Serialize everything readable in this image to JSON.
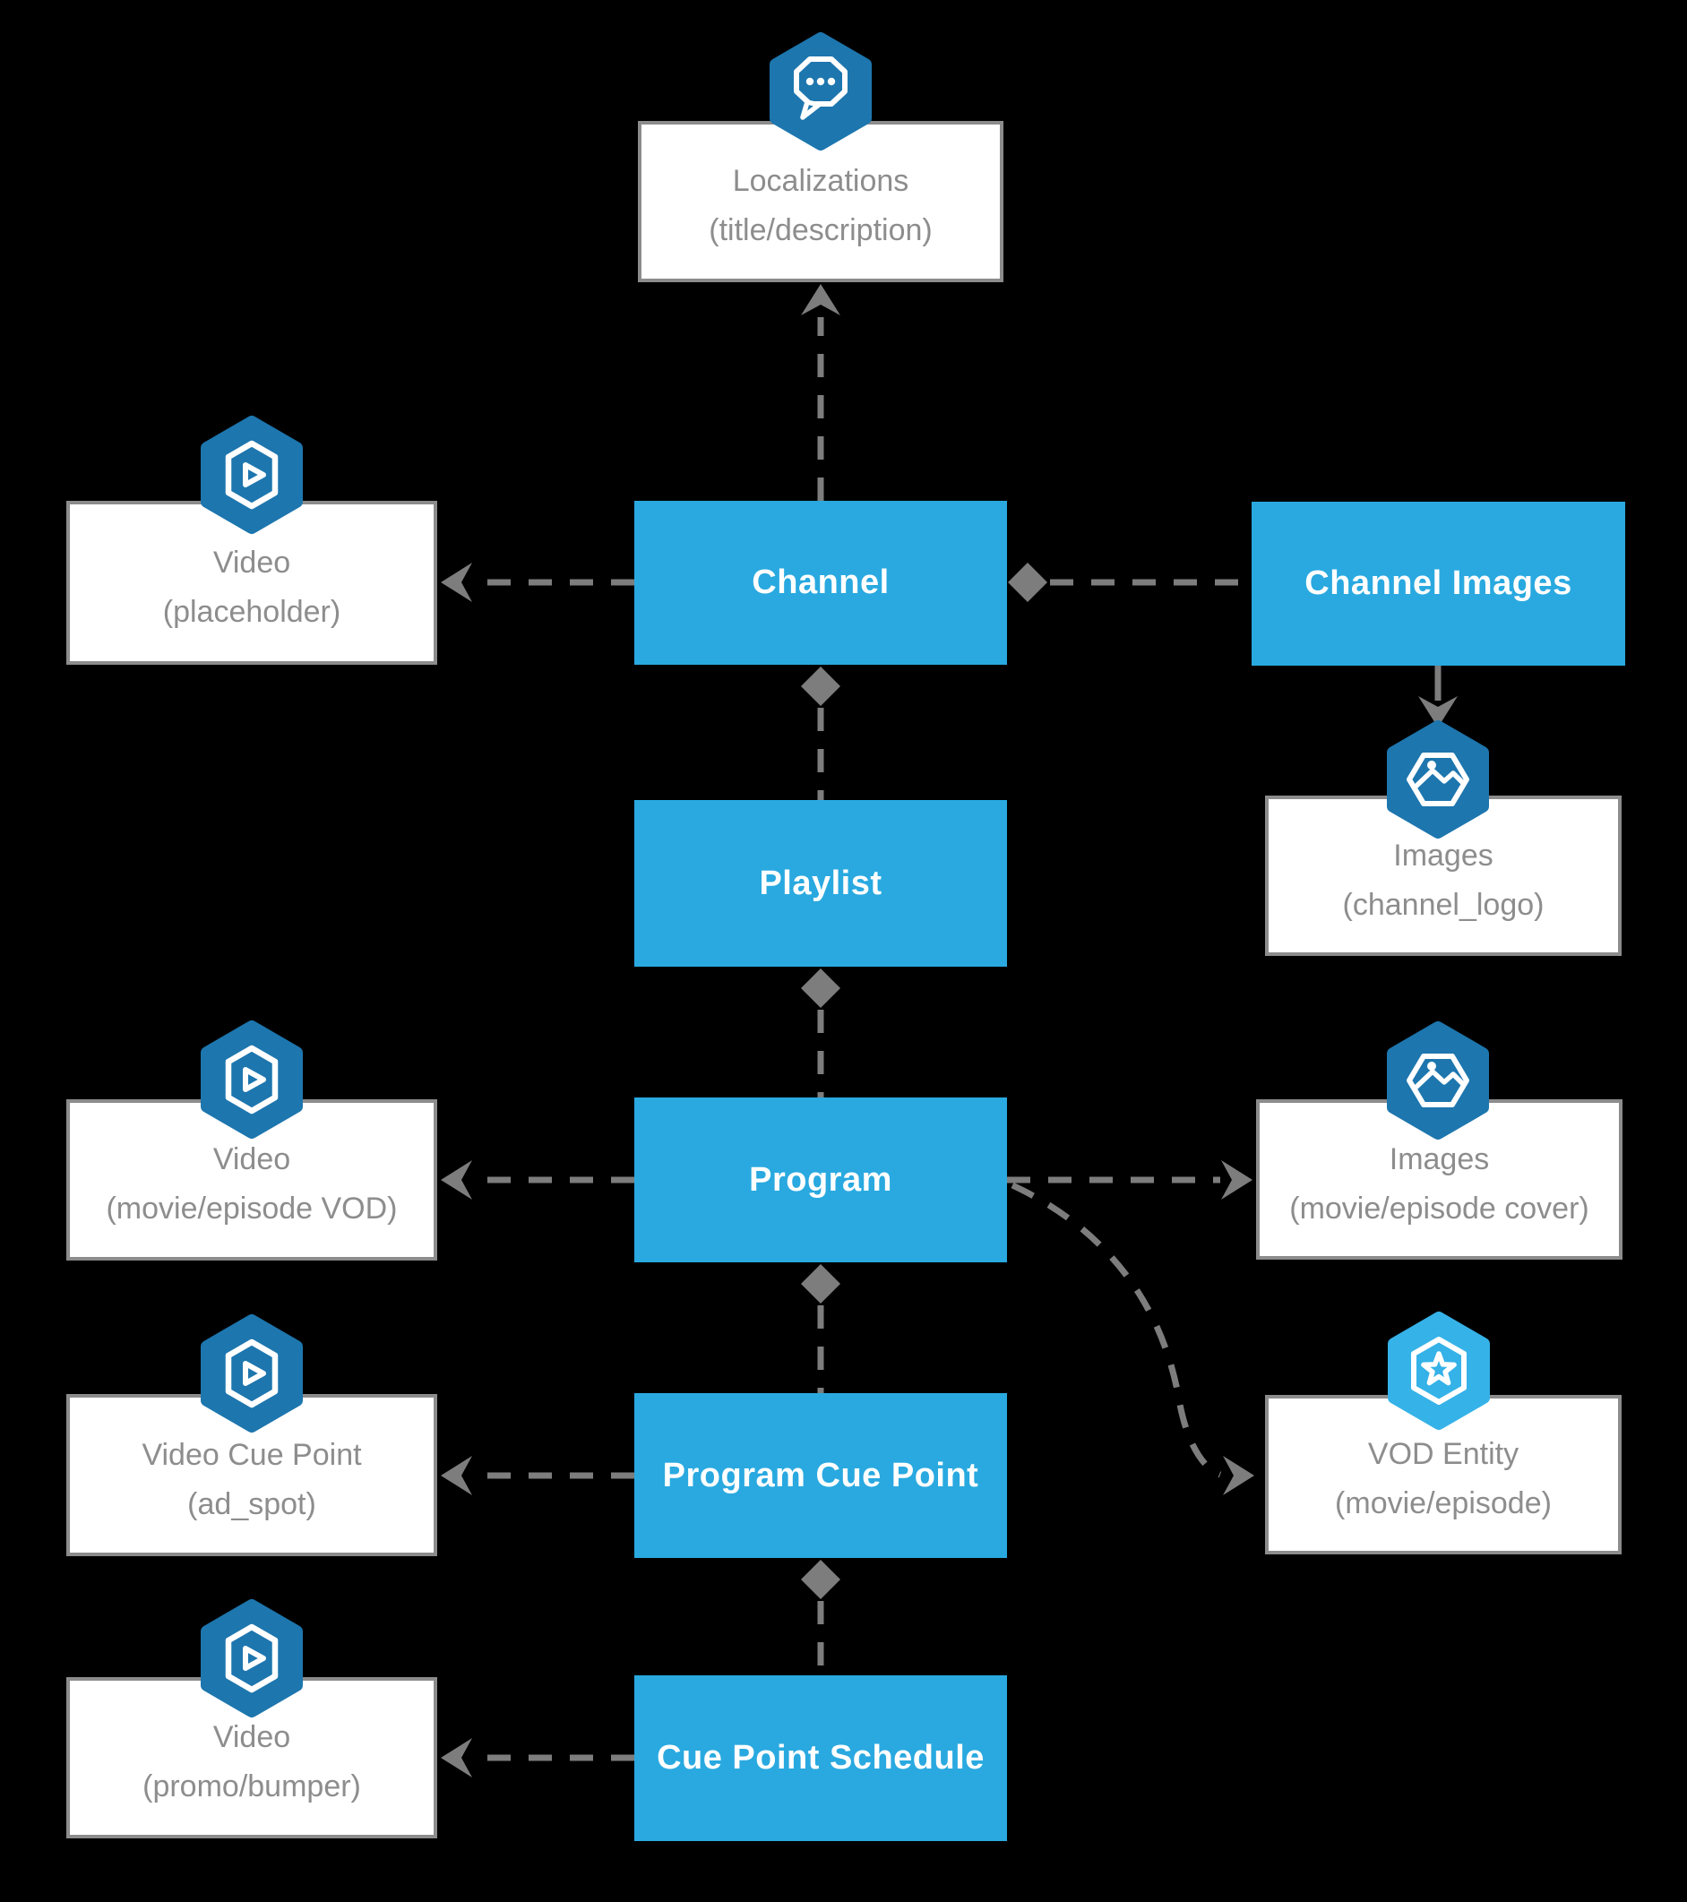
{
  "colors": {
    "blue": "#29a9e0",
    "badge_blue": "#1d76ae",
    "badge_light_blue": "#35b2e8",
    "connector": "#7d7d7d",
    "box_border": "#8c8c8c",
    "box_text": "#8d8d8d"
  },
  "nodes": {
    "localizations": {
      "label": "Localizations",
      "sublabel": "(title/description)"
    },
    "video_placeholder": {
      "label": "Video",
      "sublabel": "(placeholder)"
    },
    "channel": {
      "label": "Channel"
    },
    "channel_images": {
      "label": "Channel Images"
    },
    "images_channel_logo": {
      "label": "Images",
      "sublabel": "(channel_logo)"
    },
    "playlist": {
      "label": "Playlist"
    },
    "video_movie_episode_vod": {
      "label": "Video",
      "sublabel": "(movie/episode VOD)"
    },
    "program": {
      "label": "Program"
    },
    "images_movie_episode_cover": {
      "label": "Images",
      "sublabel": "(movie/episode cover)"
    },
    "video_cue_point": {
      "label": "Video Cue Point",
      "sublabel": "(ad_spot)"
    },
    "program_cue_point": {
      "label": "Program Cue Point"
    },
    "vod_entity": {
      "label": "VOD Entity",
      "sublabel": "(movie/episode)"
    },
    "video_promo_bumper": {
      "label": "Video",
      "sublabel": "(promo/bumper)"
    },
    "cue_point_schedule": {
      "label": "Cue Point Schedule"
    }
  }
}
